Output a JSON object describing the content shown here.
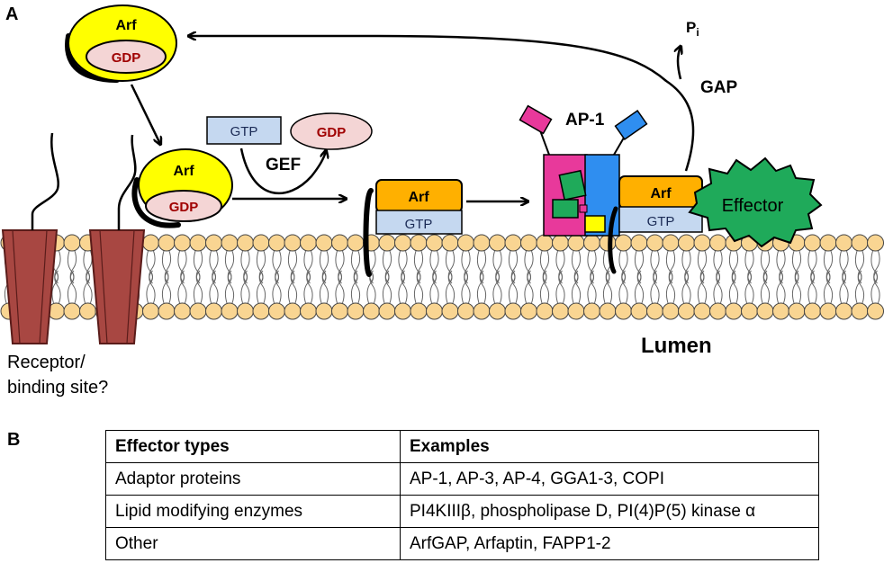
{
  "panel_a": {
    "label": "A",
    "arf_top": {
      "arf": "Arf",
      "gdp": "GDP"
    },
    "arf_mid": {
      "arf": "Arf",
      "gdp": "GDP"
    },
    "free_gtp": "GTP",
    "free_gdp": "GDP",
    "gef": "GEF",
    "arf_gtp": {
      "arf": "Arf",
      "gtp": "GTP"
    },
    "ap1": "AP-1",
    "arf_effector": {
      "arf": "Arf",
      "gtp": "GTP",
      "effector": "Effector"
    },
    "gap": "GAP",
    "pi": "P",
    "pi_sub": "i",
    "lumen": "Lumen",
    "receptor_line1": "Receptor/",
    "receptor_line2": "binding site?"
  },
  "panel_b": {
    "label": "B",
    "headers": [
      "Effector types",
      "Examples"
    ],
    "rows": [
      [
        "Adaptor proteins",
        "AP-1, AP-3, AP-4, GGA1-3, COPI"
      ],
      [
        "Lipid modifying enzymes",
        "PI4KIIIβ, phospholipase D, PI(4)P(5) kinase α"
      ],
      [
        "Other",
        "ArfGAP, Arfaptin, FAPP1-2"
      ]
    ]
  },
  "colors": {
    "arf_yellow": "#ffff00",
    "arf_orange": "#ffb000",
    "gdp_pink": "#f4d5d5",
    "gtp_blue": "#c5d8f0",
    "effector_green": "#1faa5a",
    "ap1_magenta": "#e8399b",
    "ap1_blue": "#2f8ef0",
    "lipid_head": "#f9d592",
    "receptor_brown": "#a84742"
  }
}
